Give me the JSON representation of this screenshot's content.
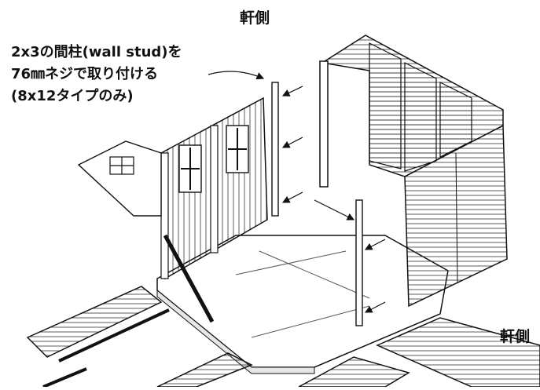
{
  "labels": {
    "eave_top": "軒側",
    "eave_right": "軒側"
  },
  "annotation": {
    "line1": "2x3の間柱(wall stud)を",
    "line2": "76㎜ネジで取り付ける",
    "line3": "(8x12タイプのみ)"
  }
}
